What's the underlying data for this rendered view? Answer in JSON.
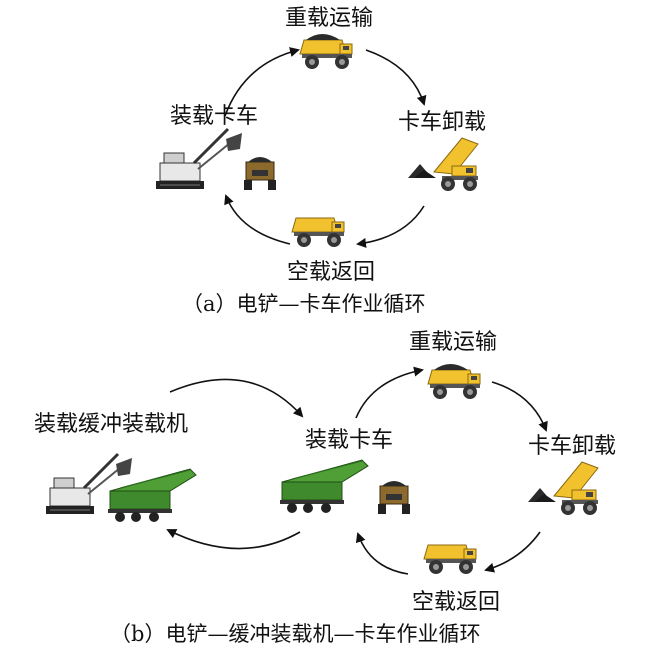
{
  "panel_a": {
    "labels": {
      "heavy_transport": "重载运输",
      "loading_truck": "装载卡车",
      "truck_unloading": "卡车卸载",
      "empty_return": "空载返回"
    },
    "caption": "（a）电铲—卡车作业循环"
  },
  "panel_b": {
    "labels": {
      "heavy_transport": "重载运输",
      "buffer_loader": "装载缓冲装载机",
      "loading_truck": "装载卡车",
      "truck_unloading": "卡车卸载",
      "empty_return": "空载返回"
    },
    "caption": "（b）电铲—缓冲装载机—卡车作业循环"
  },
  "colors": {
    "truck_yellow": "#f2c12e",
    "truck_dark": "#3a3a3a",
    "loader_green": "#3f8a2c",
    "shovel_gray": "#6b6b6b",
    "ore_dark": "#2b2b2b",
    "arrow": "#111111"
  }
}
